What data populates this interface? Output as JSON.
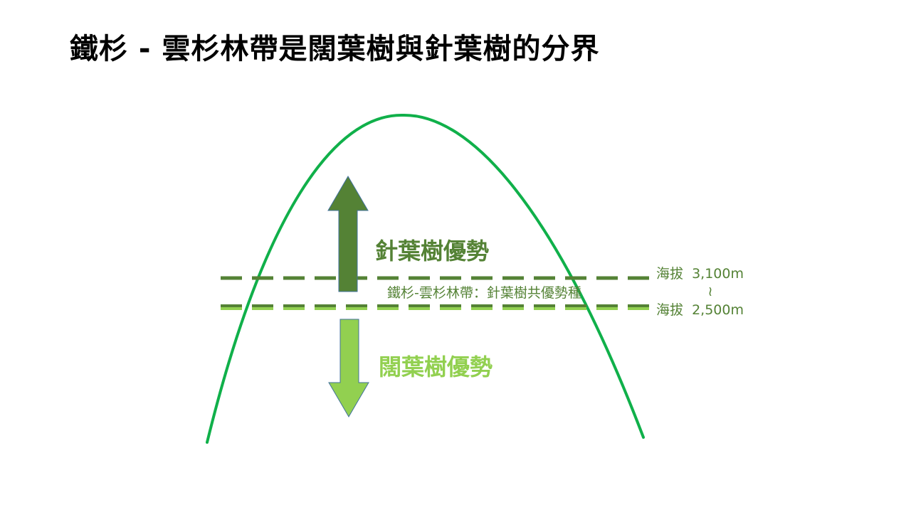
{
  "title": "鐵杉 - 雲杉林帶是闊葉樹與針葉樹的分界",
  "diagram": {
    "conifer_label": "針葉樹優勢",
    "broadleaf_label": "闊葉樹優勢",
    "zone_label": "鐵杉-雲杉林帶：針葉樹共優勢種",
    "upper_altitude": "海拔  3,100m",
    "range_symbol": "≀",
    "lower_altitude": "海拔  2,500m"
  },
  "colors": {
    "mountain": "#10b04a",
    "dark_green": "#548235",
    "light_green": "#92d050",
    "arrow_outline": "#41719c"
  }
}
